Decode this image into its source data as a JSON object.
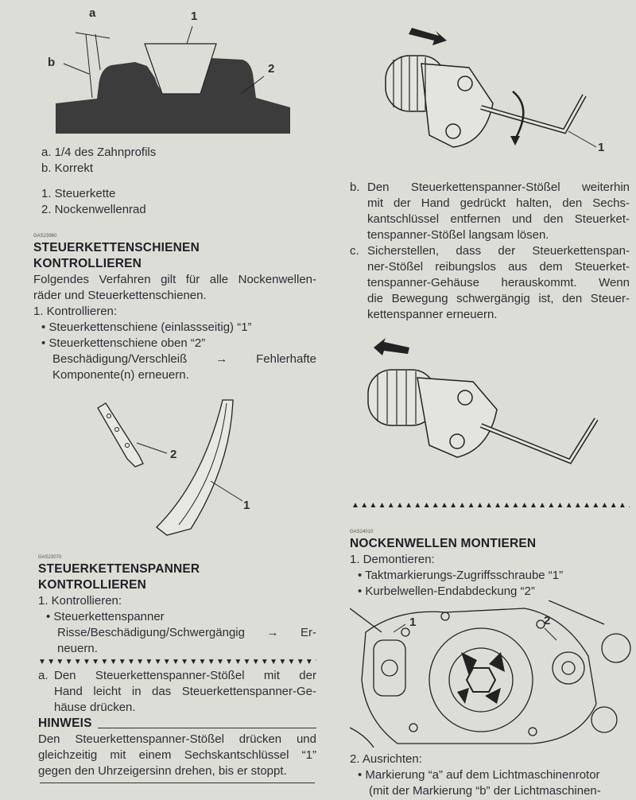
{
  "left": {
    "figure1": {
      "label_a": "a",
      "label_b": "b",
      "label_1": "1",
      "label_2": "2"
    },
    "legend_ab": [
      "a. 1/4 des Zahnprofils",
      "b. Korrekt"
    ],
    "legend_12": [
      "1. Steuerkette",
      "2. Nockenwellenrad"
    ],
    "section1": {
      "code": "GAS23960",
      "title": [
        "STEUERKETTENSCHIENEN",
        "KONTROLLIEREN"
      ],
      "intro": [
        "Folgendes Verfahren gilt für alle Nockenwellen-",
        "räder und Steuerkettenschienen."
      ],
      "step1": "1. Kontrollieren:",
      "bullet1": "• Steuerkettenschiene (einlassseitig) “1”",
      "bullet2": "• Steuerkettenschiene oben “2”",
      "bullet2_detail": [
        "Beschädigung/Verschleiß  →  Fehlerhafte",
        "Komponente(n) erneuern."
      ]
    },
    "figure2": {
      "label_1": "1",
      "label_2": "2"
    },
    "section2": {
      "code": "GAS23070",
      "title": [
        "STEUERKETTENSPANNER",
        "KONTROLLIEREN"
      ],
      "step1": "1. Kontrollieren:",
      "bullet1": "• Steuerkettenspanner",
      "bullet1_detail": [
        "Risse/Beschädigung/Schwergängig  →  Er-",
        "neuern."
      ],
      "divider": "▼▼▼▼▼▼▼▼▼▼▼▼▼▼▼▼▼▼▼▼▼▼▼▼▼▼▼▼▼▼▼▼▼▼▼▼▼▼▼▼▼▼▼▼",
      "step_a_marker": "a.",
      "step_a": [
        "Den  Steuerkettenspanner-Stößel  mit  der",
        "Hand leicht in das Steuerkettenspanner-Ge-",
        "häuse drücken."
      ],
      "note_title": "HINWEIS",
      "note": [
        "Den Steuerkettenspanner-Stößel drücken und",
        "gleichzeitig mit einem Sechskantschlüssel “1”",
        "gegen den Uhrzeigersinn drehen, bis er stoppt."
      ]
    }
  },
  "right": {
    "figure3": {
      "label_1": "1"
    },
    "step_b_marker": "b.",
    "step_b": [
      "Den  Steuerkettenspanner-Stößel  weiterhin",
      "mit der Hand gedrückt halten, den Sechs-",
      "kantschlüssel entfernen und den Steuerket-",
      "tenspanner-Stößel langsam lösen."
    ],
    "step_c_marker": "c.",
    "step_c": [
      "Sicherstellen, dass der Steuerkettenspan-",
      "ner-Stößel reibungslos aus dem Steuerket-",
      "tenspanner-Gehäuse  herauskommt.  Wenn",
      "die Bewegung schwergängig ist, den Steuer-",
      "kettenspanner erneuern."
    ],
    "divider": "▲▲▲▲▲▲▲▲▲▲▲▲▲▲▲▲▲▲▲▲▲▲▲▲▲▲▲▲▲▲▲▲▲▲▲▲▲▲▲▲▲▲▲▲",
    "section3": {
      "code": "GAS24010",
      "title": "NOCKENWELLEN MONTIEREN",
      "step1": "1. Demontieren:",
      "bullet1": "• Taktmarkierungs-Zugriffsschraube “1”",
      "bullet2": "• Kurbelwellen-Endabdeckung “2”",
      "figure_label_1": "1",
      "figure_label_2": "2",
      "step2": "2. Ausrichten:",
      "bullet3": "• Markierung “a” auf dem Lichtmaschinenrotor",
      "bullet3_cont": "(mit der Markierung “b” der Lichtmaschinen-"
    }
  }
}
